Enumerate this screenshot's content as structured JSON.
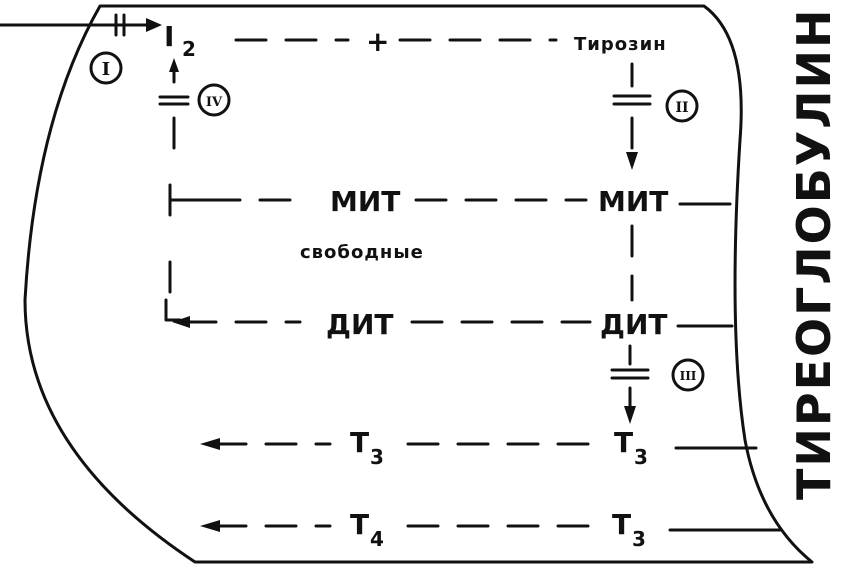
{
  "labels": {
    "i2": "I",
    "i2_sub": "2",
    "tyrosine": "Тирозин",
    "mit_left": "МИТ",
    "mit_right": "МИТ",
    "free": "свободные",
    "dit_left": "ДИТ",
    "dit_right": "ДИТ",
    "t3_left": "Т",
    "t3_left_sub": "3",
    "t3_right": "Т",
    "t3_right_sub": "3",
    "t4_left": "Т",
    "t4_left_sub": "4",
    "t4_right": "Т",
    "t4_right_sub": "3",
    "plus": "+",
    "thyroglobulin": "ТИРЕОГЛОБУЛИН"
  },
  "steps": {
    "s1": "I",
    "s2": "II",
    "s3": "III",
    "s4": "IV"
  }
}
